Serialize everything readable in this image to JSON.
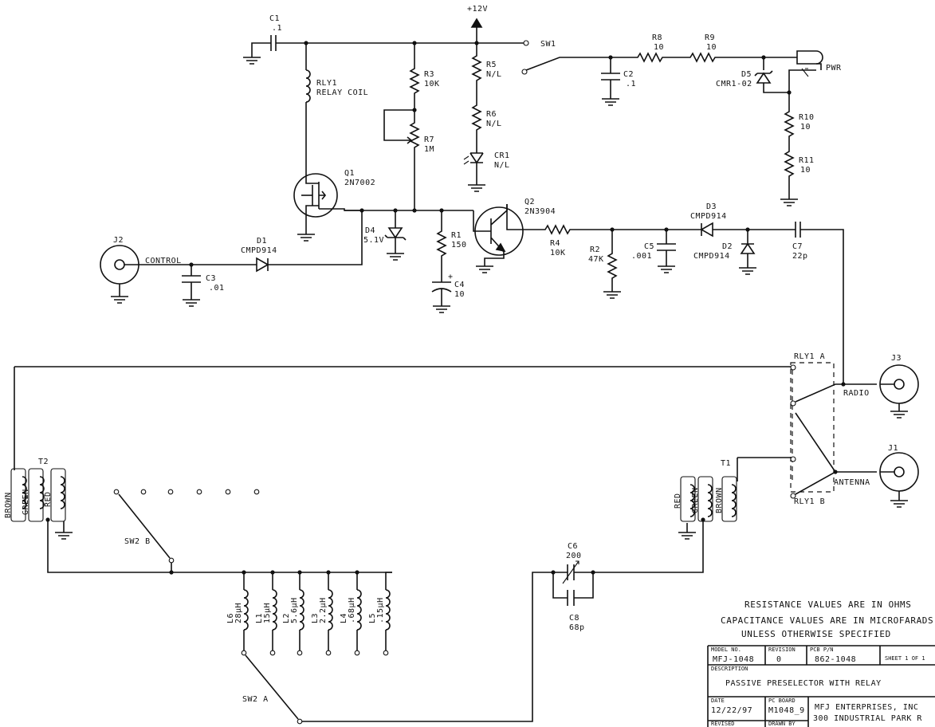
{
  "power": {
    "vcc": "+12V",
    "sw1": "SW1",
    "pwr": "PWR"
  },
  "components": {
    "c1": {
      "ref": "C1",
      "value": ".1"
    },
    "rly1": {
      "ref": "RLY1",
      "value": "RELAY COIL"
    },
    "r3": {
      "ref": "R3",
      "value": "10K"
    },
    "r7": {
      "ref": "R7",
      "value": "1M"
    },
    "r5": {
      "ref": "R5",
      "value": "N/L"
    },
    "r6": {
      "ref": "R6",
      "value": "N/L"
    },
    "cr1": {
      "ref": "CR1",
      "value": "N/L"
    },
    "q1": {
      "ref": "Q1",
      "value": "2N7002"
    },
    "q2": {
      "ref": "Q2",
      "value": "2N3904"
    },
    "d4": {
      "ref": "D4",
      "value": "5.1V"
    },
    "r1": {
      "ref": "R1",
      "value": "150"
    },
    "c4": {
      "ref": "C4",
      "value": "10",
      "polarity": "+"
    },
    "r4": {
      "ref": "R4",
      "value": "10K"
    },
    "r2": {
      "ref": "R2",
      "value": "47K"
    },
    "c5": {
      "ref": "C5",
      "value": ".001"
    },
    "d3": {
      "ref": "D3",
      "value": "CMPD914"
    },
    "d2": {
      "ref": "D2",
      "value": "CMPD914"
    },
    "c7": {
      "ref": "C7",
      "value": "22p"
    },
    "c2": {
      "ref": "C2",
      "value": ".1"
    },
    "r8": {
      "ref": "R8",
      "value": "10"
    },
    "r9": {
      "ref": "R9",
      "value": "10"
    },
    "d5": {
      "ref": "D5",
      "value": "CMR1-02"
    },
    "r10": {
      "ref": "R10",
      "value": "10"
    },
    "r11": {
      "ref": "R11",
      "value": "10"
    },
    "j2": {
      "ref": "J2",
      "label": "CONTROL"
    },
    "d1": {
      "ref": "D1",
      "value": "CMPD914"
    },
    "c3": {
      "ref": "C3",
      "value": ".01"
    },
    "rly1a": {
      "ref": "RLY1 A"
    },
    "rly1b": {
      "ref": "RLY1 B"
    },
    "j3": {
      "ref": "J3",
      "label": "RADIO"
    },
    "j1": {
      "ref": "J1",
      "label": "ANTENNA"
    },
    "t1": {
      "ref": "T1",
      "windings": [
        "RED",
        "GREEN",
        "BROWN"
      ]
    },
    "t2": {
      "ref": "T2",
      "windings": [
        "BROWN",
        "GREEN",
        "RED"
      ]
    },
    "sw2b": {
      "ref": "SW2 B"
    },
    "sw2a": {
      "ref": "SW2 A"
    },
    "c6": {
      "ref": "C6",
      "value": "200"
    },
    "c8": {
      "ref": "C8",
      "value": "68p"
    },
    "inductors": [
      {
        "ref": "L6",
        "value": "28µH"
      },
      {
        "ref": "L1",
        "value": "15µH"
      },
      {
        "ref": "L2",
        "value": "5.6µH"
      },
      {
        "ref": "L3",
        "value": "2.2µH"
      },
      {
        "ref": "L4",
        "value": ".68µH"
      },
      {
        "ref": "L5",
        "value": ".15µH"
      }
    ]
  },
  "notes": [
    "RESISTANCE VALUES ARE IN OHMS",
    "CAPACITANCE VALUES ARE IN MICROFARADS",
    "UNLESS OTHERWISE SPECIFIED"
  ],
  "title_block": {
    "model_hdr": "MODEL NO.",
    "model": "MFJ-1048",
    "revision_hdr": "REVISION",
    "revision": "0",
    "pcb_hdr": "PCB P/N",
    "pcb": "862-1048",
    "sheet": "SHEET 1 OF 1",
    "desc_hdr": "DESCRIPTION",
    "title": "PASSIVE PRESELECTOR WITH RELAY",
    "date_hdr": "DATE",
    "date": "12/22/97",
    "board_hdr": "PC BOARD",
    "board": "M1048_9",
    "company": "MFJ ENTERPRISES, INC",
    "address": "300 INDUSTRIAL PARK R",
    "revised_hdr": "REVISED",
    "drawn_hdr": "DRAWN BY"
  }
}
